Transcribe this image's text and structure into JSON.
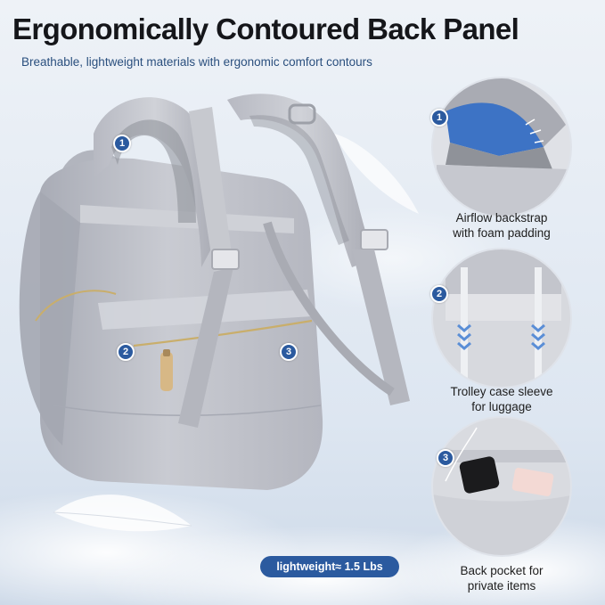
{
  "headline": "Ergonomically Contoured Back Panel",
  "subline": "Breathable, lightweight materials with ergonomic comfort contours",
  "badges": [
    "1",
    "2",
    "3"
  ],
  "features": [
    {
      "number": "1",
      "line1": "Airflow backstrap",
      "line2": "with foam padding"
    },
    {
      "number": "2",
      "line1": "Trolley case sleeve",
      "line2": "for luggage"
    },
    {
      "number": "3",
      "line1": "Back pocket for",
      "line2": "private items"
    }
  ],
  "weight_label": "lightweight≈ 1.5 Lbs",
  "colors": {
    "accent_blue": "#2b5a9f",
    "subline_text": "#2a4f7e",
    "backpack_gray": "#bdbfc7",
    "sky": "#dfe8f3"
  },
  "icons": [
    "feather",
    "backpack",
    "zipper-pull",
    "chevron-down-arrows",
    "phone",
    "wallet"
  ]
}
